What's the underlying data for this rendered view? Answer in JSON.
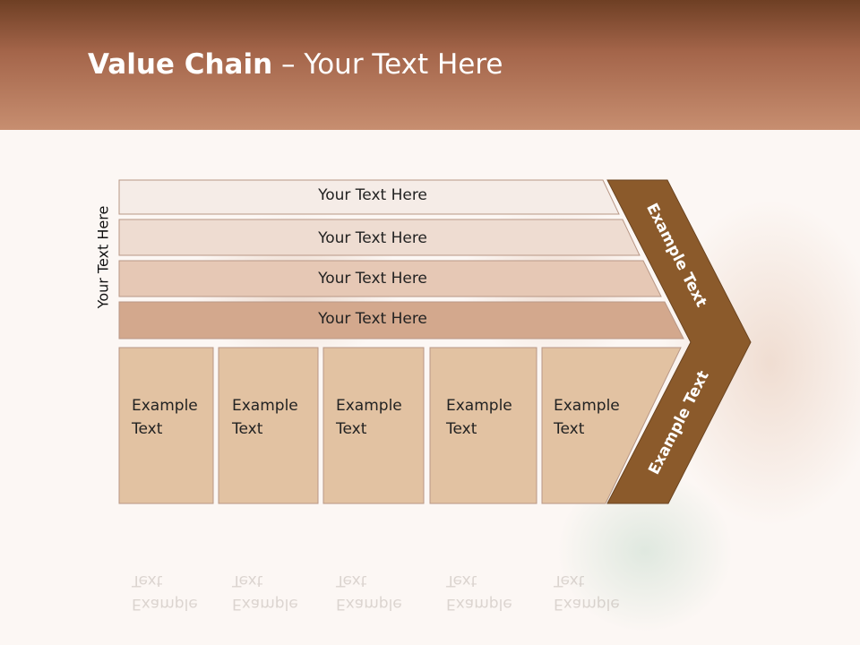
{
  "slide": {
    "title_bold": "Value Chain",
    "title_rest": " – Your Text Here"
  },
  "diagram": {
    "side_label": "Your Text Here",
    "rows": [
      {
        "label": "Your Text Here",
        "color": "#f5ece7"
      },
      {
        "label": "Your Text Here",
        "color": "#eedcd1"
      },
      {
        "label": "Your Text Here",
        "color": "#e6c8b5"
      },
      {
        "label": "Your Text Here",
        "color": "#d3a88d"
      }
    ],
    "columns": [
      {
        "line1": "Example",
        "line2": "Text"
      },
      {
        "line1": "Example",
        "line2": "Text"
      },
      {
        "line1": "Example",
        "line2": "Text"
      },
      {
        "line1": "Example",
        "line2": "Text"
      },
      {
        "line1": "Example",
        "line2": "Text"
      }
    ],
    "arrow_upper_label": "Example Text",
    "arrow_lower_label": "Example Text",
    "column_color": "#e2c2a2",
    "arrow_color": "#8b5a2b"
  }
}
